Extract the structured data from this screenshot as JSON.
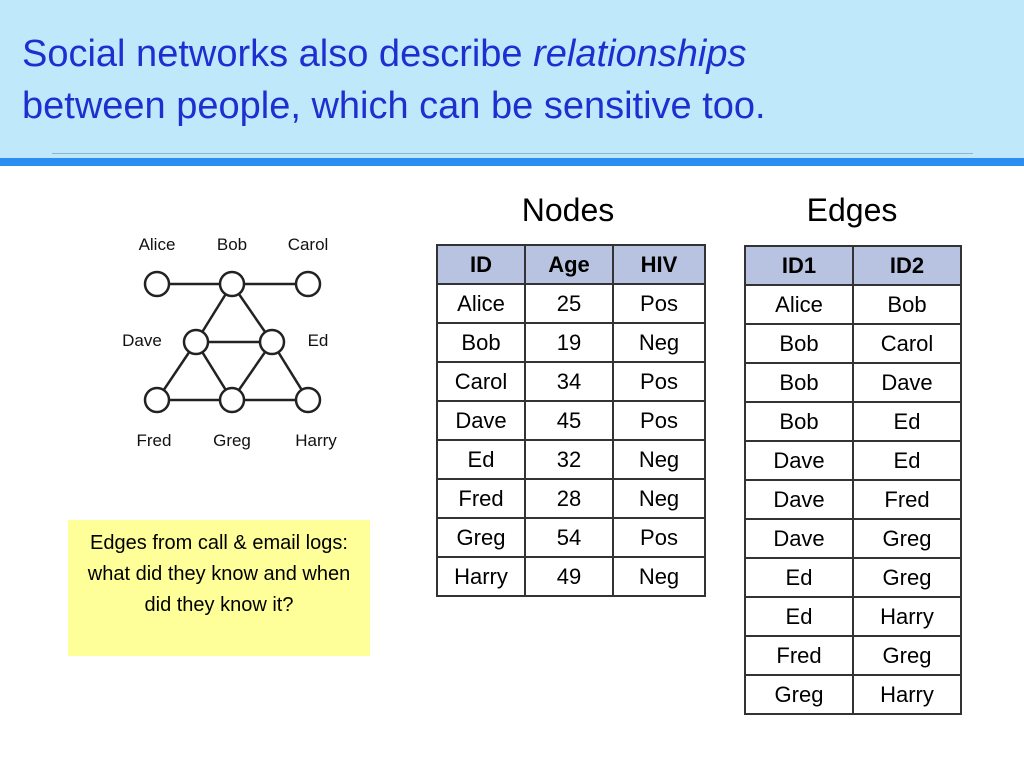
{
  "title": {
    "line1_prefix": "Social networks also describe",
    "line1_emphasis": "relationships",
    "line2": "between people, which can be sensitive too."
  },
  "network": {
    "nodes": [
      {
        "name": "Alice"
      },
      {
        "name": "Bob"
      },
      {
        "name": "Carol"
      },
      {
        "name": "Dave"
      },
      {
        "name": "Ed"
      },
      {
        "name": "Fred"
      },
      {
        "name": "Greg"
      },
      {
        "name": "Harry"
      }
    ]
  },
  "nodes_table": {
    "label": "Nodes",
    "headers": [
      "ID",
      "Age",
      "HIV"
    ],
    "rows": [
      [
        "Alice",
        "25",
        "Pos"
      ],
      [
        "Bob",
        "19",
        "Neg"
      ],
      [
        "Carol",
        "34",
        "Pos"
      ],
      [
        "Dave",
        "45",
        "Pos"
      ],
      [
        "Ed",
        "32",
        "Neg"
      ],
      [
        "Fred",
        "28",
        "Neg"
      ],
      [
        "Greg",
        "54",
        "Pos"
      ],
      [
        "Harry",
        "49",
        "Neg"
      ]
    ]
  },
  "edges_table": {
    "label": "Edges",
    "headers": [
      "ID1",
      "ID2"
    ],
    "rows": [
      [
        "Alice",
        "Bob"
      ],
      [
        "Bob",
        "Carol"
      ],
      [
        "Bob",
        "Dave"
      ],
      [
        "Bob",
        "Ed"
      ],
      [
        "Dave",
        "Ed"
      ],
      [
        "Dave",
        "Fred"
      ],
      [
        "Dave",
        "Greg"
      ],
      [
        "Ed",
        "Greg"
      ],
      [
        "Ed",
        "Harry"
      ],
      [
        "Fred",
        "Greg"
      ],
      [
        "Greg",
        "Harry"
      ]
    ]
  },
  "note": {
    "text": "Edges from call & email logs:  what did they know and when did they know it?"
  }
}
